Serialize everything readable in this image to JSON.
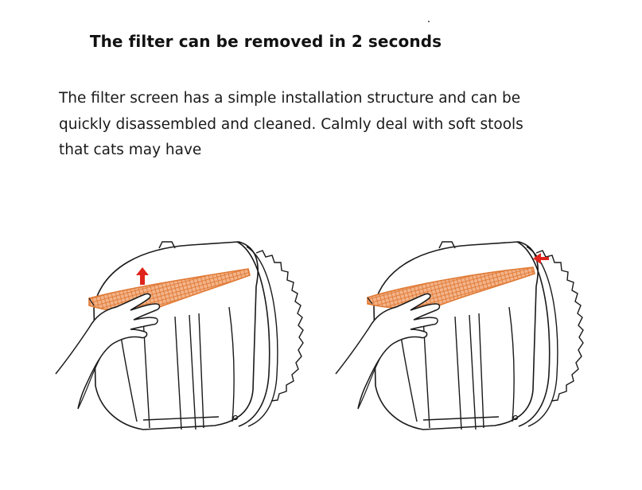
{
  "header": {
    "title": "The filter can be removed in 2 seconds"
  },
  "description": {
    "lines": [
      "The filter screen has a simple installation structure and can be",
      "quickly disassembled and cleaned. Calmly deal with soft stools",
      "that cats may have"
    ]
  },
  "colors": {
    "filter_orange": "#e8894a",
    "arrow_red": "#e0241b",
    "line_dark": "#1a1a1a"
  },
  "illustrations": [
    {
      "icon": "litter-box-filter-lift-up-icon",
      "arrow": "up"
    },
    {
      "icon": "litter-box-filter-slide-out-icon",
      "arrow": "left"
    }
  ]
}
